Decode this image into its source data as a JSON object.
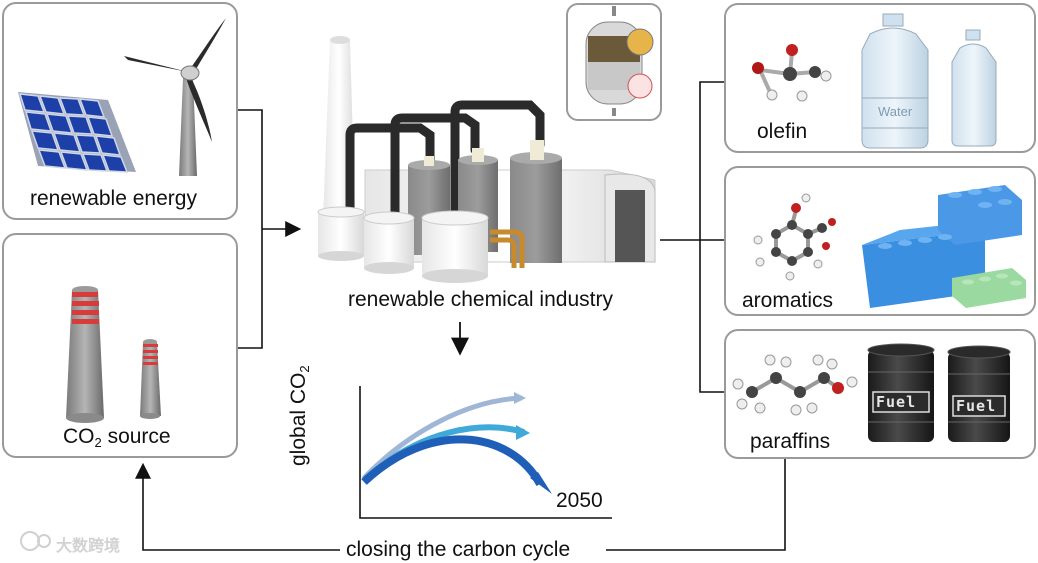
{
  "left": {
    "renewable_energy": "renewable energy",
    "co2_source_prefix": "CO",
    "co2_source_sub": "2",
    "co2_source_suffix": " source"
  },
  "center": {
    "industry_label": "renewable chemical industry",
    "chart_ylabel_prefix": "global CO",
    "chart_ylabel_sub": "2",
    "chart_year": "2050"
  },
  "right": {
    "olefin": "olefin",
    "aromatics": "aromatics",
    "paraffins": "paraffins",
    "water_label": "Water",
    "fuel_label": "Fuel"
  },
  "bottom": {
    "cycle_label": "closing the carbon cycle",
    "watermark": "大数跨境"
  },
  "colors": {
    "box_border": "#9a9a9a",
    "co2_stripe": "#d93a3a",
    "arrow_blue": "#1f5fb8",
    "lego_blue": "#3a8fe0",
    "lego_green": "#9ad9a0"
  }
}
